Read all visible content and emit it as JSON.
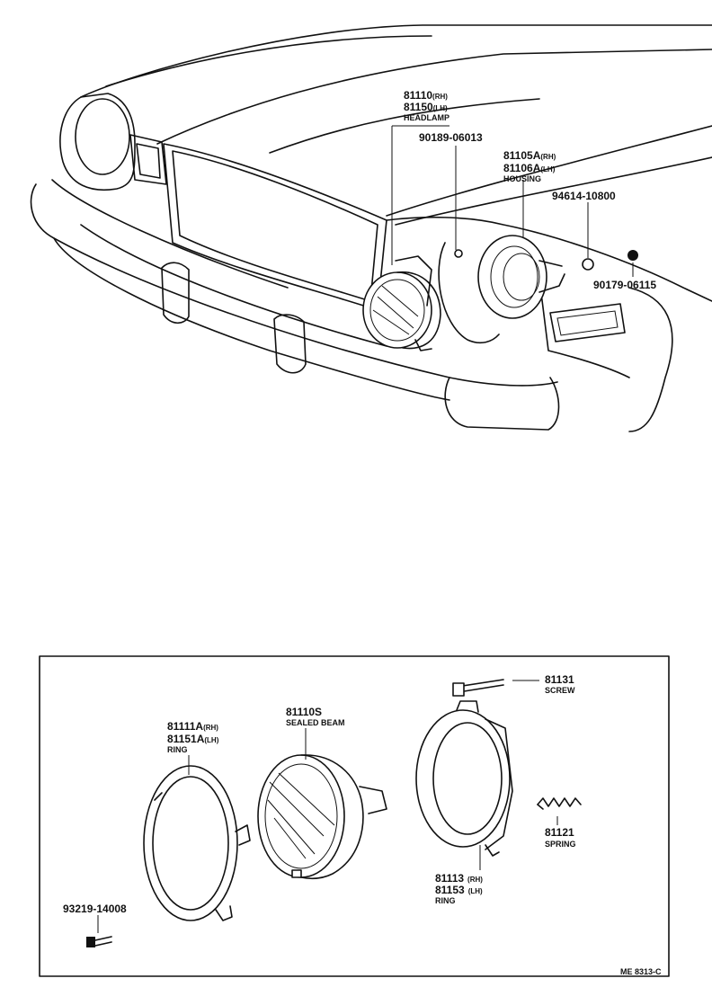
{
  "upper_view": {
    "headlamp": {
      "pn_rh": "81110",
      "rh": "(RH)",
      "pn_lh": "81150",
      "lh": "(LH)",
      "caption": "HEADLAMP"
    },
    "screw_top": {
      "pn": "90189-06013"
    },
    "housing": {
      "pn_rh": "81105A",
      "rh": "(RH)",
      "pn_lh": "81106A",
      "lh": "(LH)",
      "caption": "HOUSING"
    },
    "part_94614": {
      "pn": "94614-10800"
    },
    "part_90179": {
      "pn": "90179-06115"
    }
  },
  "exploded_view": {
    "screw": {
      "pn": "81131",
      "caption": "SCREW"
    },
    "sealed_beam": {
      "pn": "81110S",
      "caption": "SEALED BEAM"
    },
    "ring_front": {
      "pn_rh": "81111A",
      "rh": "(RH)",
      "pn_lh": "81151A",
      "lh": "(LH)",
      "caption": "RING"
    },
    "spring": {
      "pn": "81121",
      "caption": "SPRING"
    },
    "ring_rear": {
      "pn_rh": "81113",
      "rh": "(RH)",
      "pn_lh": "81153",
      "lh": "(LH)",
      "caption": "RING"
    },
    "bolt": {
      "pn": "93219-14008"
    }
  },
  "diagram_code": "ME 8313-C"
}
